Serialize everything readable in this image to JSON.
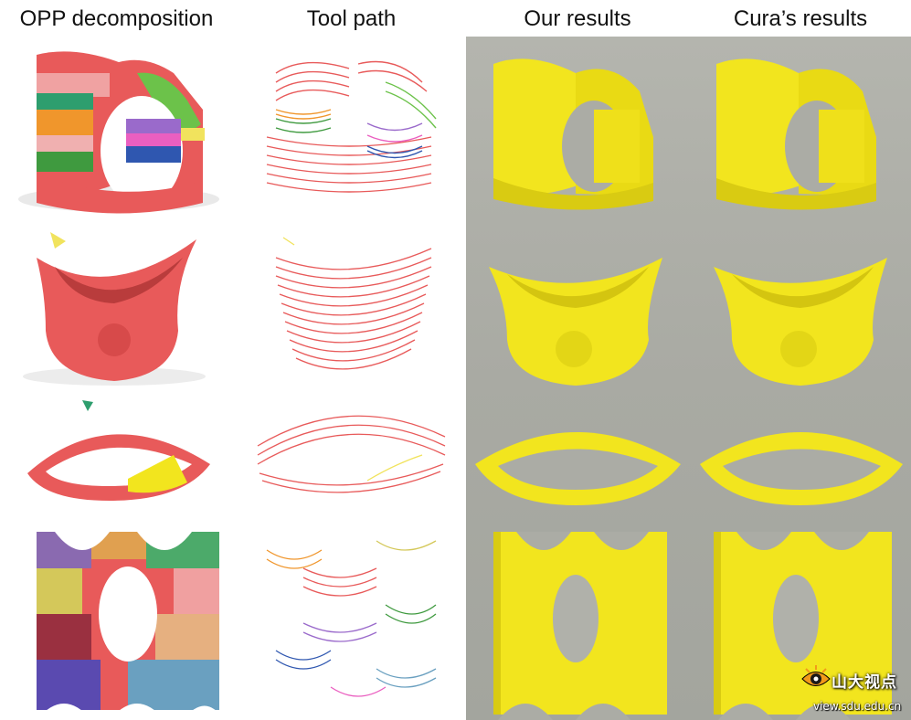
{
  "columns": [
    {
      "key": "decomposition",
      "title": "OPP decomposition"
    },
    {
      "key": "toolpath",
      "title": "Tool path"
    },
    {
      "key": "ours",
      "title": "Our results"
    },
    {
      "key": "cura",
      "title": "Cura’s results"
    }
  ],
  "rows": [
    "arch-model",
    "vase-model",
    "ring-model",
    "lattice-model"
  ],
  "colors": {
    "model_red": "#e85a5a",
    "print_yellow": "#f2e51e",
    "photo_background": "#abaca5"
  },
  "watermark": {
    "text": "山大视点",
    "url": "view.sdu.edu.cn"
  }
}
